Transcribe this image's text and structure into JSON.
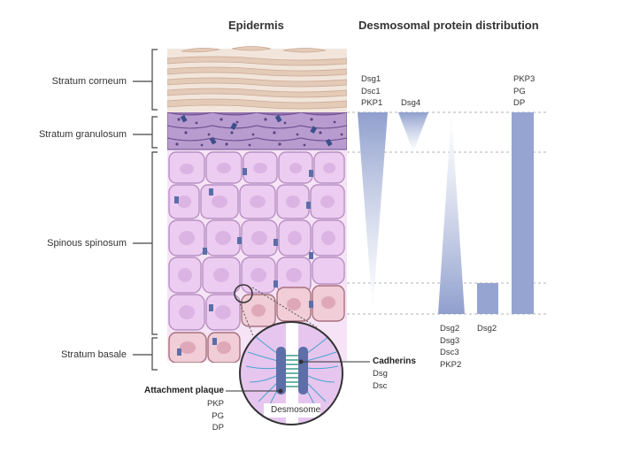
{
  "titles": {
    "epidermis": "Epidermis",
    "distribution": "Desmosomal protein distribution"
  },
  "layers": {
    "corneum": "Stratum corneum",
    "granulosum": "Stratum granulosum",
    "spinosum": "Spinous spinosum",
    "basale": "Stratum basale"
  },
  "proteins": {
    "group1": [
      "Dsg1",
      "Dsc1",
      "PKP1"
    ],
    "group2": [
      "Dsg4"
    ],
    "group3": [
      "Dsg2",
      "Dsg3",
      "Dsc3",
      "PKP2"
    ],
    "group4": [
      "Dsg2"
    ],
    "group5": [
      "PKP3",
      "PG",
      "DP"
    ]
  },
  "desmosome": {
    "label": "Desmosome",
    "cadherins_title": "Cadherins",
    "cadherins": [
      "Dsg",
      "Dsc"
    ],
    "plaque_title": "Attachment plaque",
    "plaque": [
      "PKP",
      "PG",
      "DP"
    ]
  },
  "colors": {
    "protein_fill": "#95a4d0",
    "cell_fill": "#ecccf0",
    "cell_stroke": "#b890c4",
    "granular_fill": "#9472b0",
    "basal_fill": "#f0cdd7",
    "corneum_fill": "#ead8cb",
    "desmosome_dot": "#5a6ea8"
  }
}
